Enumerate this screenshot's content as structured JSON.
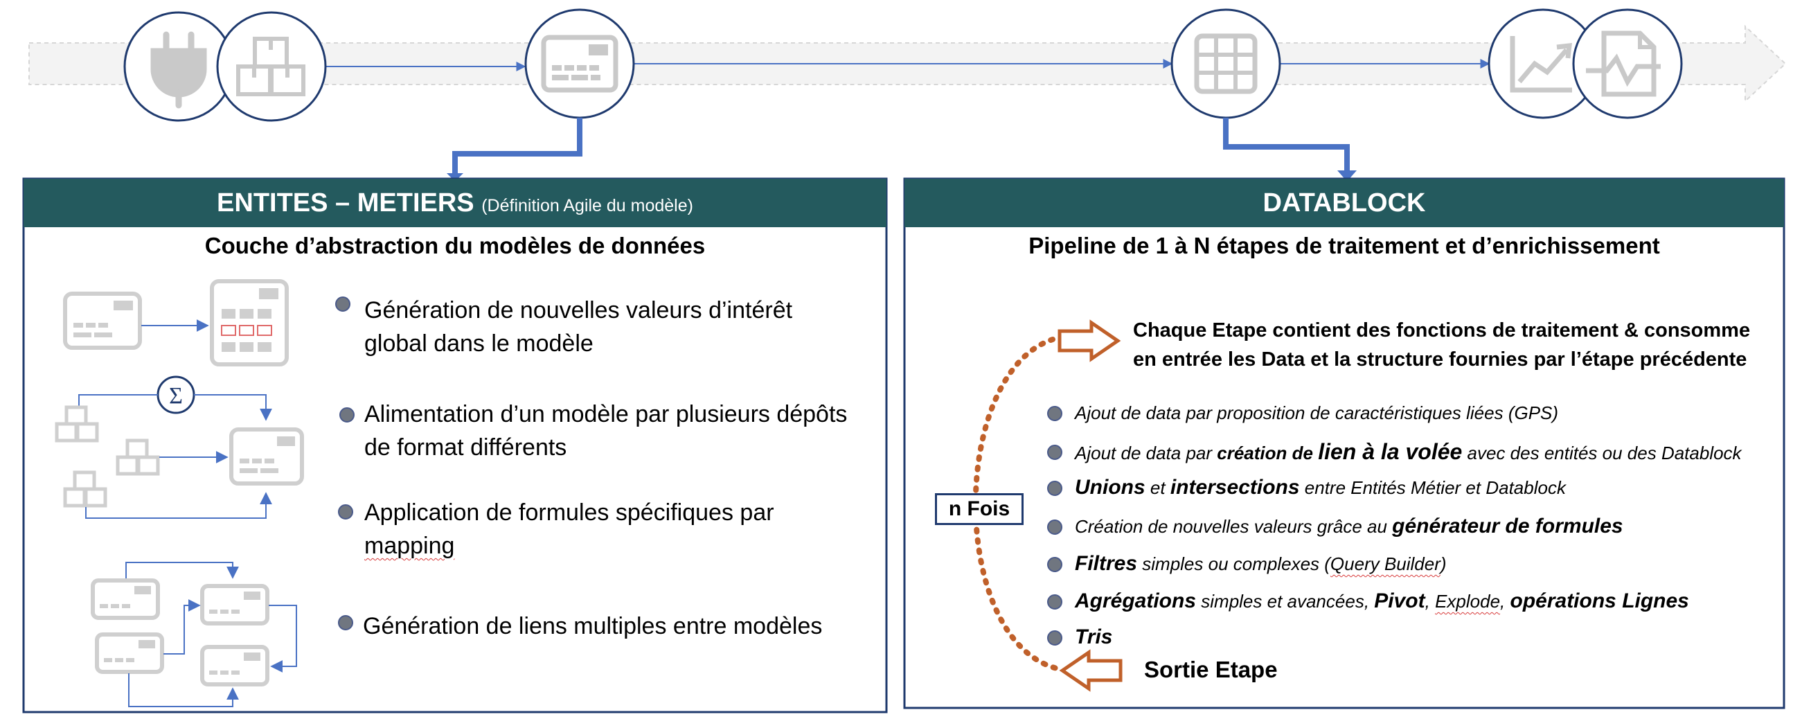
{
  "left_panel": {
    "title": "ENTITES – METIERS",
    "title_note": "(Définition Agile du modèle)",
    "subtitle": "Couche d’abstraction du modèles de données",
    "bullets": [
      {
        "line1": "Génération de nouvelles valeurs d’intérêt",
        "line2": "global dans le modèle"
      },
      {
        "line1": "Alimentation d’un modèle par plusieurs dépôts",
        "line2": "de format différents"
      },
      {
        "line1": "Application de formules spécifiques par",
        "line2": "mapping"
      },
      {
        "line1": "Génération de liens multiples entre modèles",
        "line2": ""
      }
    ],
    "sigma_symbol": "Σ"
  },
  "right_panel": {
    "title": "DATABLOCK",
    "subtitle": "Pipeline de 1 à N étapes de traitement et d’enrichissement",
    "step_note_line1": "Chaque Etape contient des fonctions de traitement & consomme",
    "step_note_line2": "en entrée les Data et la structure fournies par l’étape précédente",
    "loop_label": "n Fois",
    "exit_label": "Sortie  Etape",
    "items": {
      "i1": "Ajout de data par proposition de caractéristiques liées (GPS)",
      "i2a": "Ajout de data par ",
      "i2b": "création de ",
      "i2c": "lien à la volée",
      "i2d": " avec des entités ou des Datablock",
      "i3a": "Unions",
      "i3b": " et ",
      "i3c": "intersections",
      "i3d": " entre Entités Métier  et Datablock",
      "i4a": "Création de nouvelles valeurs grâce au ",
      "i4b": "générateur de formules",
      "i5a": "Filtres",
      "i5b": " simples ou complexes (",
      "i5c": "Query Builder",
      "i5d": ")",
      "i6a": "Agrégations",
      "i6b": " simples et avancées, ",
      "i6c": "Pivot",
      "i6d": ", ",
      "i6e": "Explode",
      "i6f": ", ",
      "i6g": "opérations Lignes",
      "i7": "Tris"
    }
  },
  "icons": [
    "plug-icon",
    "boxes-icon",
    "form-icon",
    "table-grid-icon",
    "chart-icon",
    "report-icon"
  ],
  "colors": {
    "header_bg": "#245a5e",
    "border_blue": "#1f3a6e",
    "connector_blue": "#4a72c4",
    "icon_gray": "#c9c9c9",
    "loop_orange": "#c0602a"
  }
}
